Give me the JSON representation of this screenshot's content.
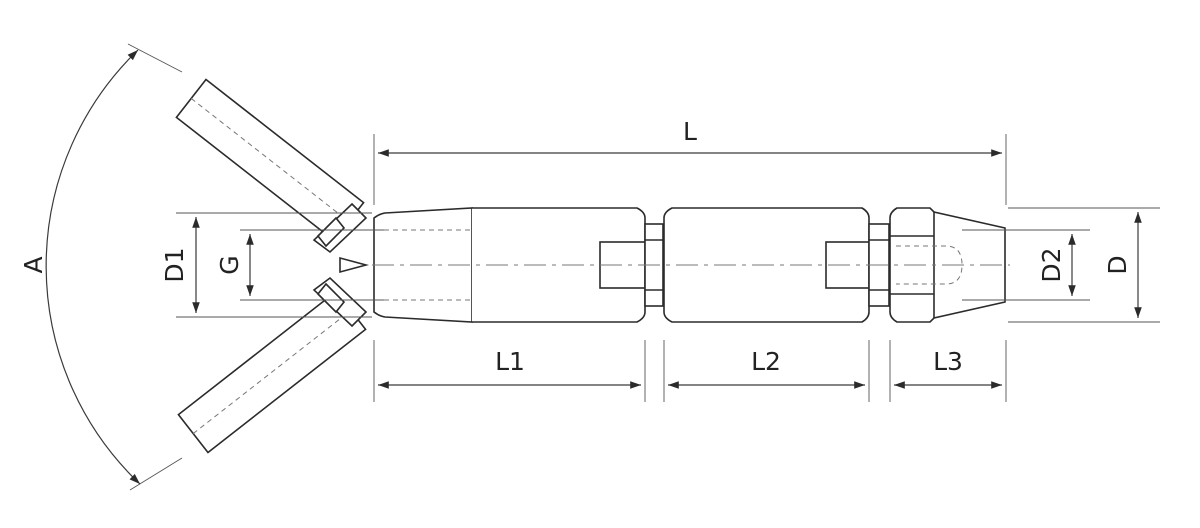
{
  "labels": {
    "A": "A",
    "D1": "D1",
    "G": "G",
    "L": "L",
    "L1": "L1",
    "L2": "L2",
    "L3": "L3",
    "D2": "D2",
    "D": "D"
  },
  "colors": {
    "line": "#2b2b2b",
    "hatch": "#6a6a6a",
    "background": "#ffffff"
  }
}
